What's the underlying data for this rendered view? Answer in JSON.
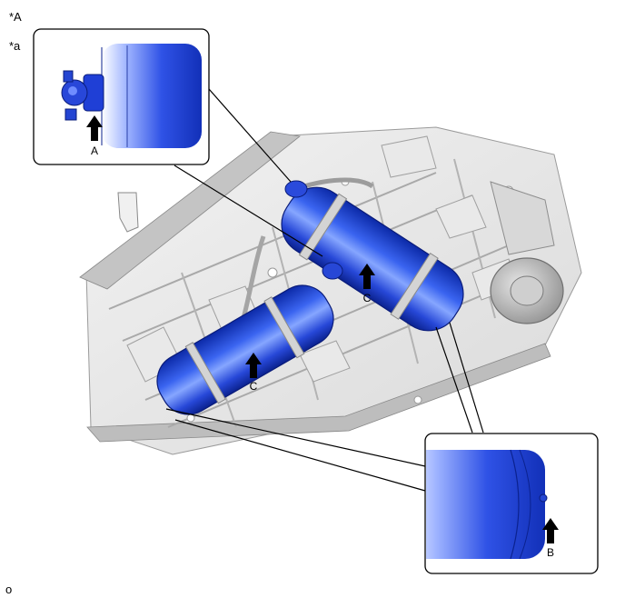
{
  "corner_labels": {
    "star_a_upper": "*A",
    "star_a_lower": "*a",
    "footer_code": "o"
  },
  "callouts": {
    "a": "A",
    "b": "B",
    "c_front": "C",
    "c_rear": "C"
  },
  "colors": {
    "tank_blue": "#1f3fd6",
    "tank_highlight": "#7aa0ff",
    "arrow": "#000000",
    "frame": "#000000",
    "chassis_shade": "#c9c9c9"
  }
}
